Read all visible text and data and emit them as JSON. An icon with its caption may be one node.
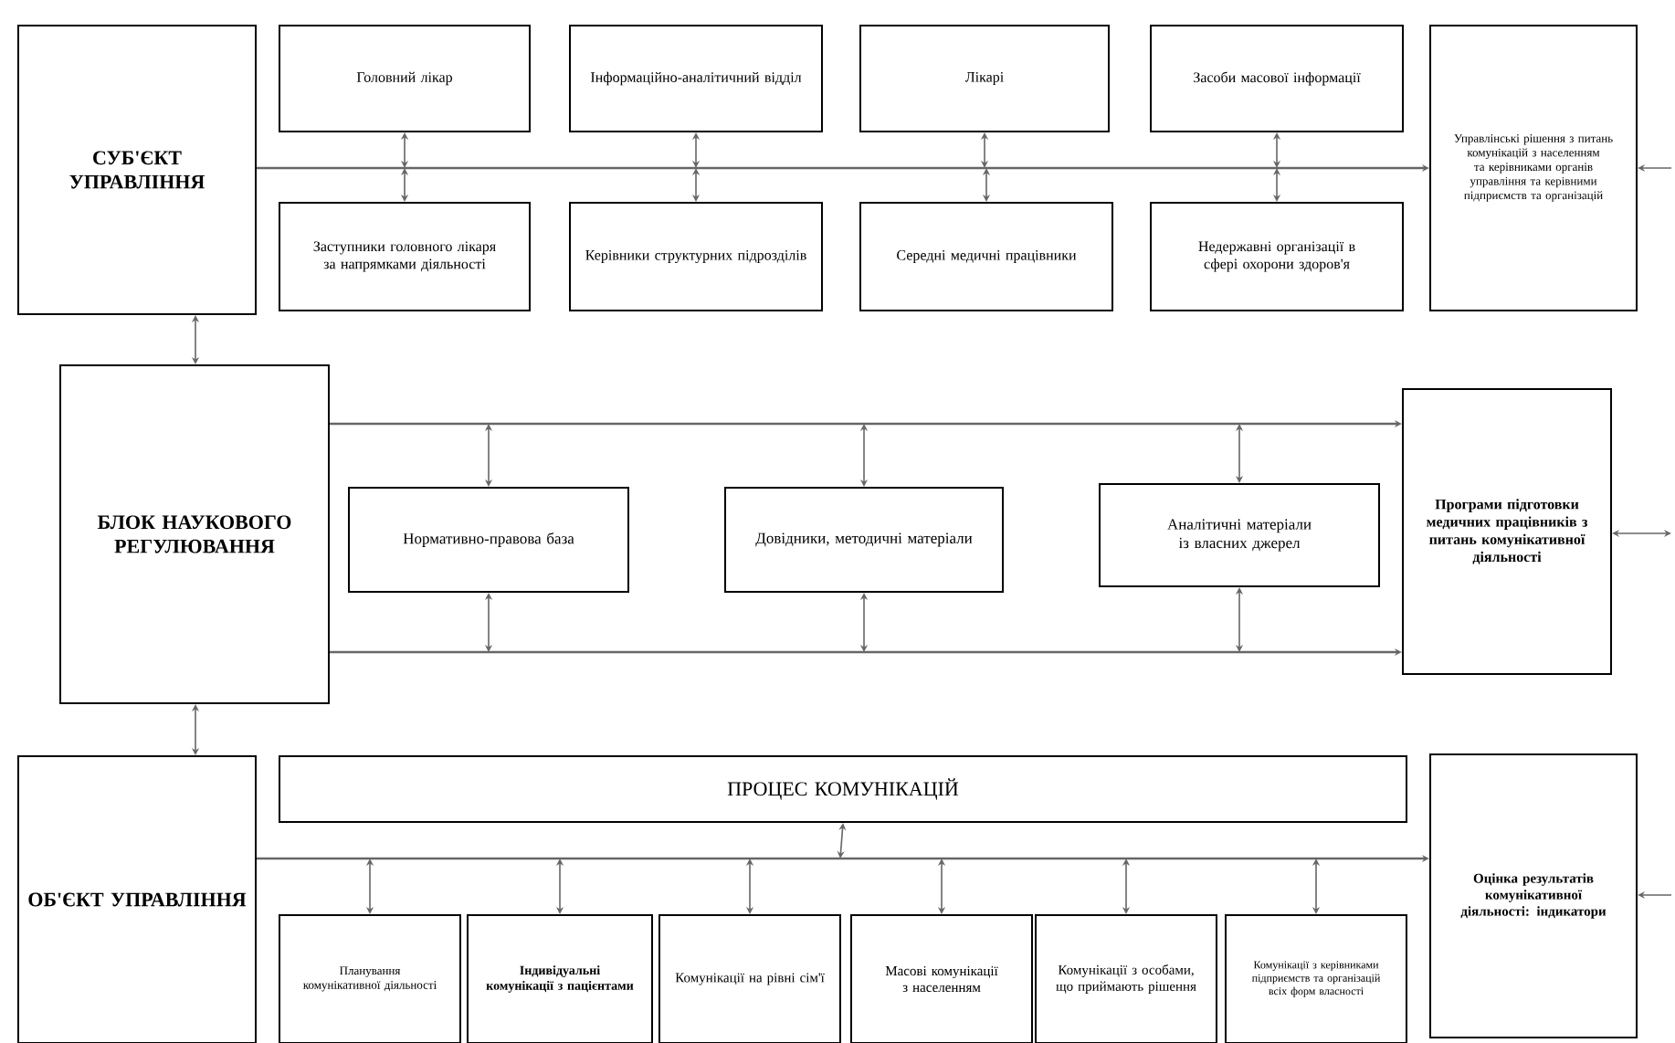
{
  "diagram": {
    "nodes": [
      {
        "text": [
          "СУБ'ЄКТ УПРАВЛІННЯ"
        ]
      },
      {
        "text": [
          "Головний лікар"
        ]
      },
      {
        "text": [
          "Інформаційно-аналітичний відділ"
        ]
      },
      {
        "text": [
          "Лікарі"
        ]
      },
      {
        "text": [
          "Засоби масової інформації"
        ]
      },
      {
        "text": [
          "Заступники головного лікаря за напрямками діяльності"
        ]
      },
      {
        "text": [
          "Керівники структурних підрозділів"
        ]
      },
      {
        "text": [
          "Середні медичні працівники"
        ]
      },
      {
        "text": [
          "Недержавні організації в сфері охорони здоров'я"
        ]
      },
      {
        "text": [
          "Управлінські рішення з питань комунікацій з населенням та керівниками органів управління та керівними підприємств та організацій"
        ]
      },
      {
        "text": [
          "БЛОК НАУКОВОГО РЕГУЛЮВАННЯ"
        ]
      },
      {
        "text": [
          "Нормативно-правова база"
        ]
      },
      {
        "text": [
          "Довідники, методичні матеріали"
        ]
      },
      {
        "text": [
          "Аналітичні матеріали із власних джерел"
        ]
      },
      {
        "text": [
          "Програми підготовки медичних працівників з питань комунікативної діяльності"
        ]
      },
      {
        "text": [
          "ОБ'ЄКТ УПРАВЛІННЯ"
        ]
      },
      {
        "text": [
          "ПРОЦЕС КОМУНІКАЦІЙ"
        ]
      },
      {
        "text": [
          "Планування комунікативної діяльності"
        ]
      },
      {
        "text": [
          "Індивідуальні комунікації з пацієнтами"
        ]
      },
      {
        "text": [
          "Комунікації на рівні сім'ї"
        ]
      },
      {
        "text": [
          "Масові комунікації з населенням"
        ]
      },
      {
        "text": [
          "Комунікації з особами, що приймають рішення"
        ]
      },
      {
        "text": [
          "Комунікації з керівниками підприємств та організацій всіх форм власності"
        ]
      },
      {
        "text": [
          "Оцінка результатів комунікативної діяльності: індикатори"
        ]
      }
    ],
    "edges": [
      {
        "from": 0,
        "to": 9,
        "arrow": "to"
      },
      {
        "from": 1,
        "to": null,
        "arrow": "both"
      },
      {
        "from": 2,
        "to": null,
        "arrow": "both"
      },
      {
        "from": 3,
        "to": null,
        "arrow": "both"
      },
      {
        "from": 4,
        "to": null,
        "arrow": "both"
      },
      {
        "from": 5,
        "to": null,
        "arrow": "both"
      },
      {
        "from": 6,
        "to": null,
        "arrow": "both"
      },
      {
        "from": 7,
        "to": null,
        "arrow": "both"
      },
      {
        "from": 8,
        "to": null,
        "arrow": "both"
      },
      {
        "from": 0,
        "to": 10,
        "arrow": "both"
      },
      {
        "from": 10,
        "to": 14,
        "arrow": "to"
      },
      {
        "from": 10,
        "to": 14,
        "arrow": "to"
      },
      {
        "from": 11,
        "to": null,
        "arrow": "both"
      },
      {
        "from": 11,
        "to": null,
        "arrow": "both"
      },
      {
        "from": 12,
        "to": null,
        "arrow": "both"
      },
      {
        "from": 12,
        "to": null,
        "arrow": "both"
      },
      {
        "from": 13,
        "to": null,
        "arrow": "both"
      },
      {
        "from": 13,
        "to": null,
        "arrow": "both"
      },
      {
        "from": 10,
        "to": 15,
        "arrow": "both"
      },
      {
        "from": 15,
        "to": 23,
        "arrow": "to"
      },
      {
        "from": 16,
        "to": null,
        "arrow": "both"
      },
      {
        "from": 17,
        "to": null,
        "arrow": "both"
      },
      {
        "from": 18,
        "to": null,
        "arrow": "both"
      },
      {
        "from": 19,
        "to": null,
        "arrow": "both"
      },
      {
        "from": 20,
        "to": null,
        "arrow": "both"
      },
      {
        "from": 21,
        "to": null,
        "arrow": "both"
      },
      {
        "from": 22,
        "to": null,
        "arrow": "both"
      },
      {
        "from": null,
        "to": 9,
        "arrow": "to"
      },
      {
        "from": null,
        "to": 14,
        "arrow": "both"
      },
      {
        "from": null,
        "to": 23,
        "arrow": "to"
      }
    ]
  }
}
